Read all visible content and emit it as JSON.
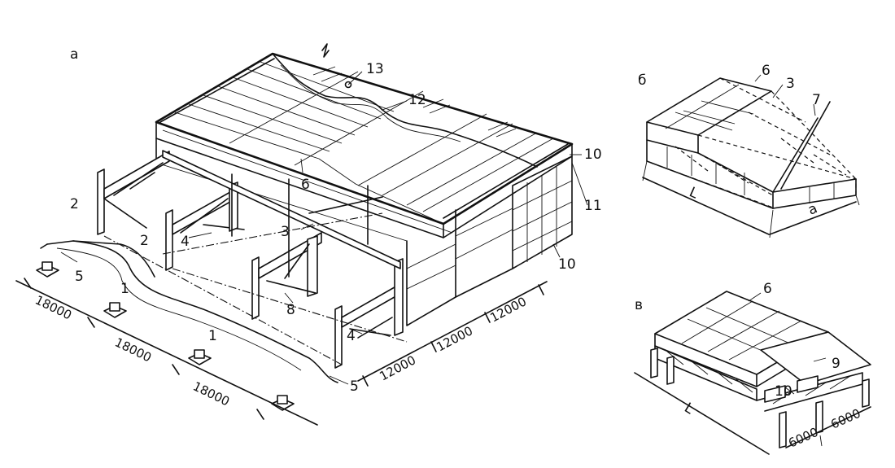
{
  "figure": {
    "panel_labels": {
      "a": "а",
      "b": "б",
      "v": "в"
    },
    "callouts_a": {
      "n1_top": "1",
      "n1_bottom": "1",
      "n2_left": "2",
      "n2_mid": "2",
      "n3": "3",
      "n4_mid": "4",
      "n4_right": "4",
      "n5_left": "5",
      "n5_right": "5",
      "n6": "6",
      "n8": "8",
      "n10_top": "10",
      "n10_bottom": "10",
      "n11": "11",
      "n12": "12",
      "n13": "13"
    },
    "callouts_b": {
      "n6": "6",
      "n3": "3",
      "n7": "7"
    },
    "callouts_v": {
      "n6": "6",
      "n9": "9",
      "n10": "10"
    },
    "span_labels_a": [
      "18000",
      "18000",
      "18000"
    ],
    "pitch_labels_a": [
      "12000",
      "12000",
      "12000"
    ],
    "dims_b": {
      "length": "L",
      "width": "a"
    },
    "dims_v": {
      "length": "L",
      "pitch1": "6000",
      "pitch2": "6000"
    }
  }
}
